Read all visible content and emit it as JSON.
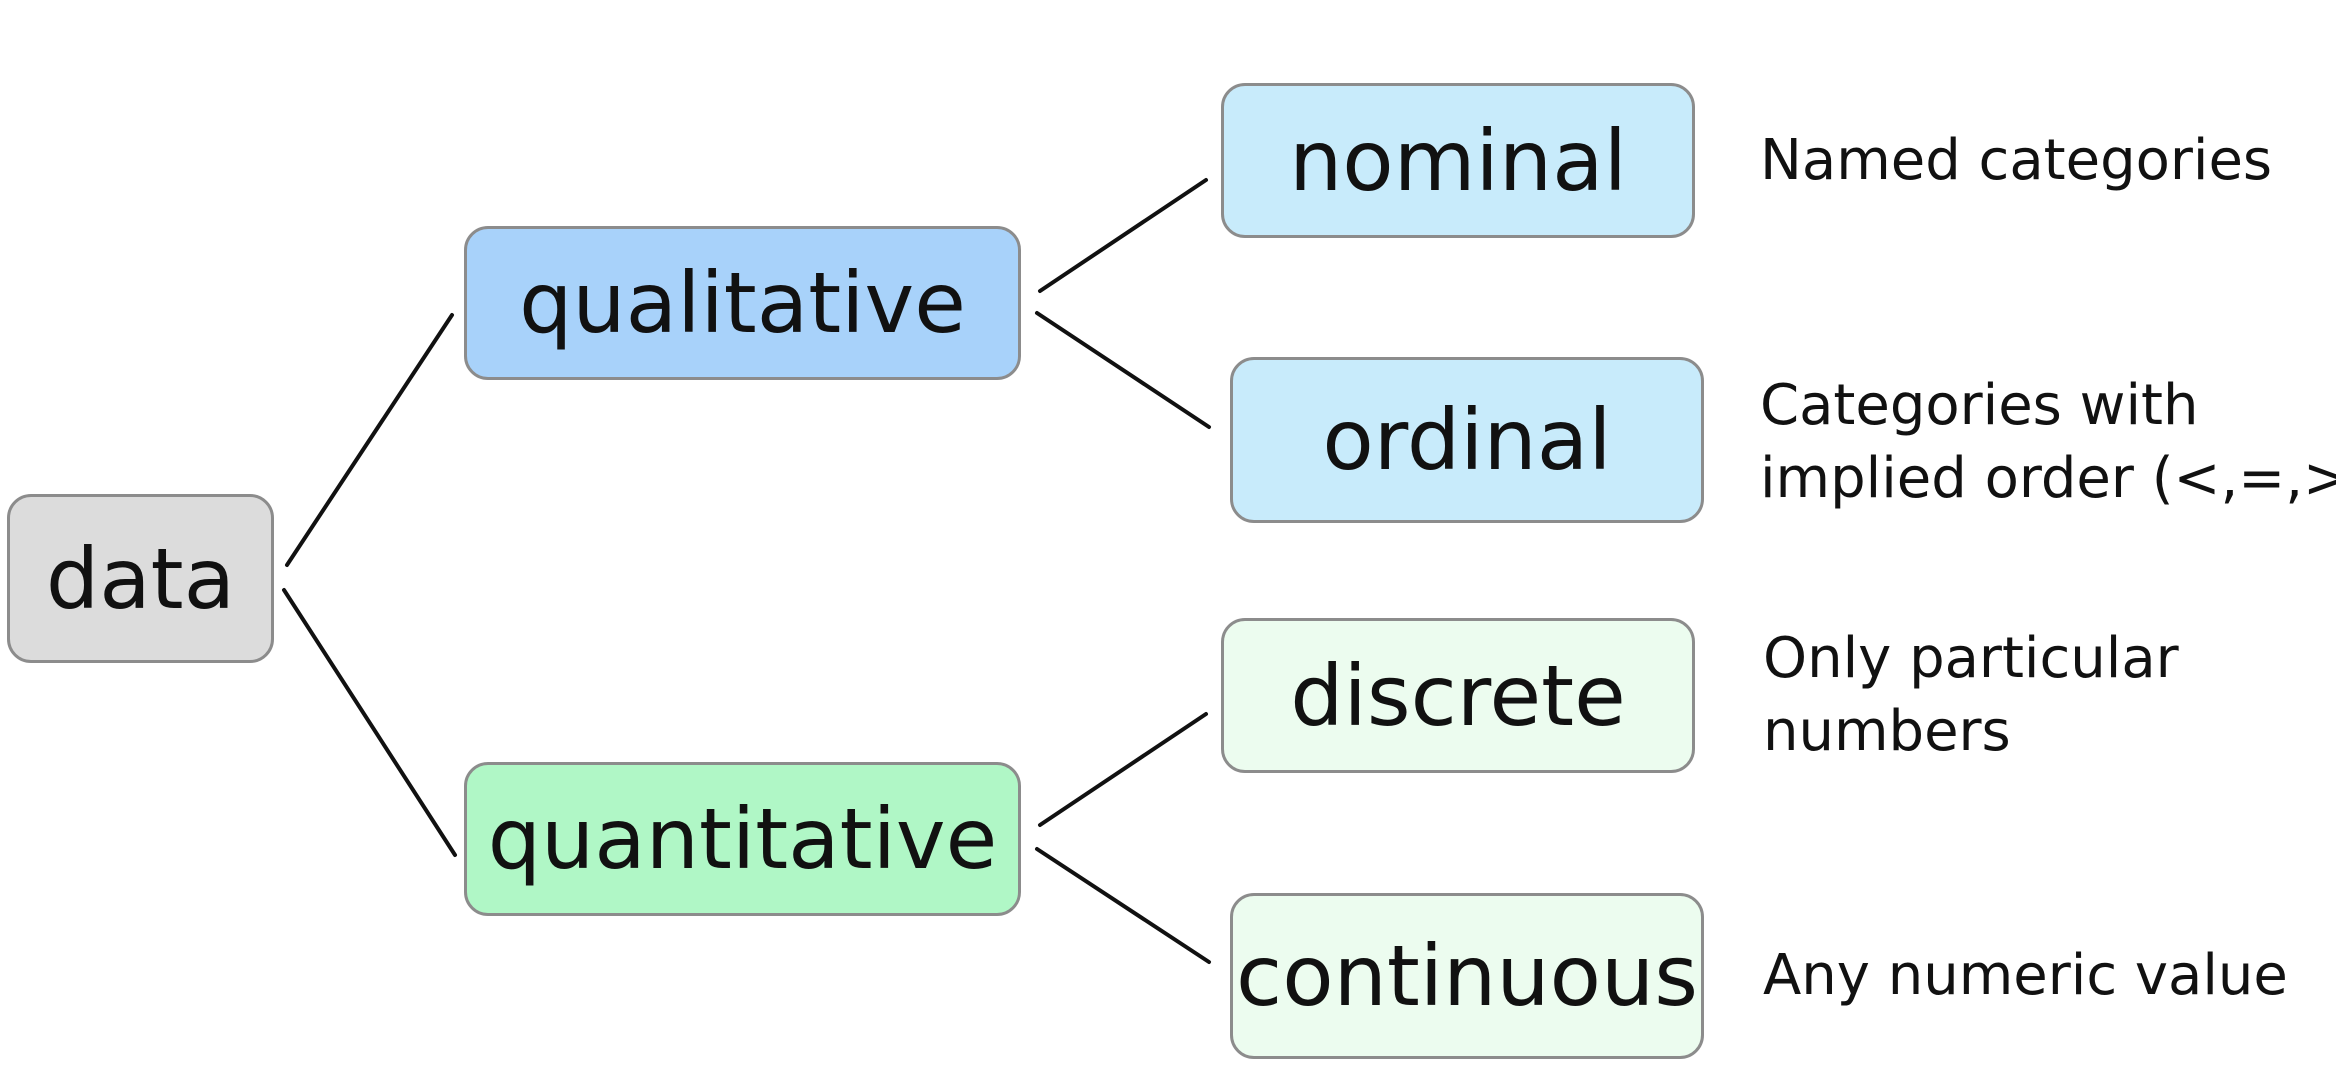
{
  "diagram": {
    "root": {
      "label": "data",
      "color": "#dcdcdc"
    },
    "qualitative": {
      "label": "qualitative",
      "color": "#a8d2fa"
    },
    "quantitative": {
      "label": "quantitative",
      "color": "#b0f7c6"
    },
    "nominal": {
      "label": "nominal",
      "color": "#c8ebfb",
      "description": [
        "Named categories"
      ]
    },
    "ordinal": {
      "label": "ordinal",
      "color": "#c8ebfb",
      "description": [
        "Categories with",
        "implied order (<,=,>)"
      ]
    },
    "discrete": {
      "label": "discrete",
      "color": "#ecfcef",
      "description": [
        "Only particular",
        "numbers"
      ]
    },
    "continuous": {
      "label": "continuous",
      "color": "#ecfcef",
      "description": [
        "Any numeric value"
      ]
    }
  }
}
